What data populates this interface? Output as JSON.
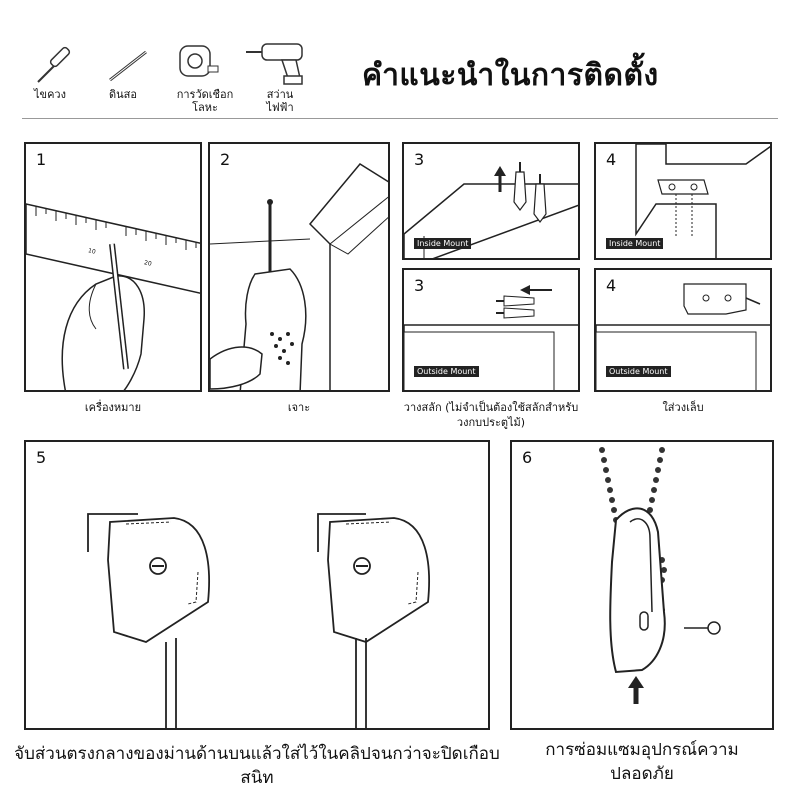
{
  "tools": [
    {
      "name": "screwdriver",
      "label": "ไขควง"
    },
    {
      "name": "pencil",
      "label": "ดินสอ"
    },
    {
      "name": "tape-measure",
      "label": "การวัดเชือกโลหะ"
    },
    {
      "name": "drill",
      "label": "สว่านไฟฟ้า"
    }
  ],
  "title": "คำแนะนำในการติดตั้ง",
  "steps": {
    "s1": {
      "num": "1",
      "caption": "เครื่องหมาย"
    },
    "s2": {
      "num": "2",
      "caption": "เจาะ"
    },
    "s3a": {
      "num": "3",
      "mount": "Inside Mount"
    },
    "s3b": {
      "num": "3",
      "mount": "Outside Mount"
    },
    "s3_caption": "วางสลัก (ไม่จำเป็นต้องใช้สลักสำหรับวงกบประตูไม้)",
    "s4a": {
      "num": "4",
      "mount": "Inside Mount"
    },
    "s4b": {
      "num": "4",
      "mount": "Outside Mount"
    },
    "s4_caption": "ใส่วงเล็บ",
    "s5": {
      "num": "5",
      "caption": "จับส่วนตรงกลางของม่านด้านบนแล้วใส่ไว้ในคลิปจนกว่าจะปิดเกือบสนิท"
    },
    "s6": {
      "num": "6",
      "caption": "การซ่อมแซมอุปกรณ์ความปลอดภัย"
    }
  },
  "ruler_ticks": [
    "10",
    "20"
  ]
}
